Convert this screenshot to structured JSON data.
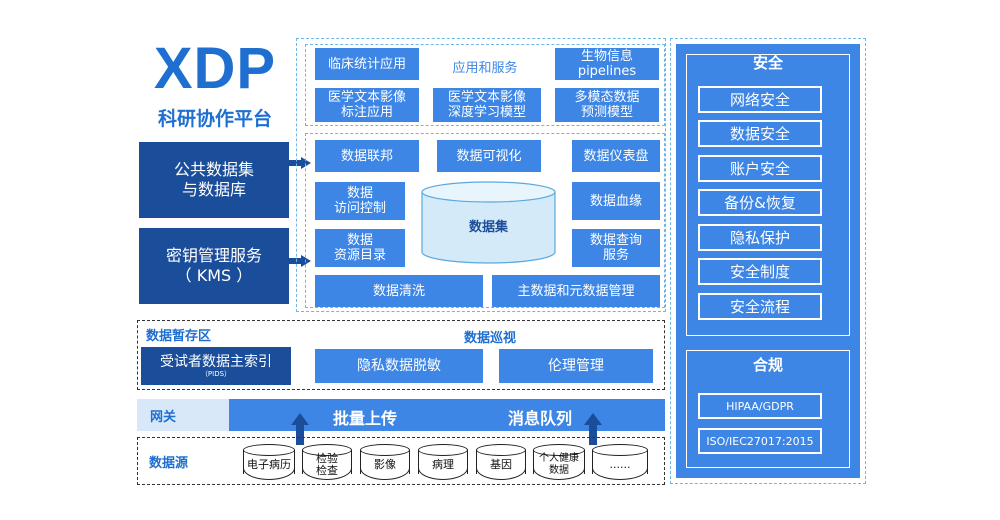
{
  "brand": {
    "logo": "XDP",
    "subtitle": "科研协作平台"
  },
  "left": {
    "public_datasets": "公共数据集\n与数据库",
    "kms": "密钥管理服务\n（ KMS ）"
  },
  "apps": {
    "title": "应用和服务",
    "items": [
      "临床统计应用",
      "生物信息\npipelines",
      "医学文本影像\n标注应用",
      "医学文本影像\n深度学习模型",
      "多模态数据\n预测模型"
    ]
  },
  "data_hub": {
    "federation": "数据联邦",
    "visualization": "数据可视化",
    "dashboard": "数据仪表盘",
    "access_control": "数据\n访问控制",
    "dataset": "数据集",
    "lineage": "数据血缘",
    "catalog": "数据\n资源目录",
    "query": "数据查询\n服务",
    "cleaning": "数据清洗",
    "master_data": "主数据和元数据管理"
  },
  "staging": {
    "title": "数据暂存区",
    "pids": "受试者数据主索引",
    "pids_note": "（PIDS）",
    "patrol_title": "数据巡视",
    "deidentify": "隐私数据脱敏",
    "ethics": "伦理管理"
  },
  "gateway": {
    "title": "网关",
    "batch_upload": "批量上传",
    "message_queue": "消息队列"
  },
  "sources": {
    "title": "数据源",
    "items": [
      "电子病历",
      "检验\n检查",
      "影像",
      "病理",
      "基因",
      "个人健康\n数据",
      "......"
    ]
  },
  "security": {
    "title": "安全",
    "items": [
      "网络安全",
      "数据安全",
      "账户安全",
      "备份&恢复",
      "隐私保护",
      "安全制度",
      "安全流程"
    ]
  },
  "compliance": {
    "title": "合规",
    "items": [
      "HIPAA/GDPR",
      "ISO/IEC27017:2015"
    ]
  },
  "colors": {
    "primary": "#3d86e6",
    "navy": "#1b4e9a",
    "logo": "#1f6fd0",
    "dashed_border": "#6fb6e8"
  }
}
